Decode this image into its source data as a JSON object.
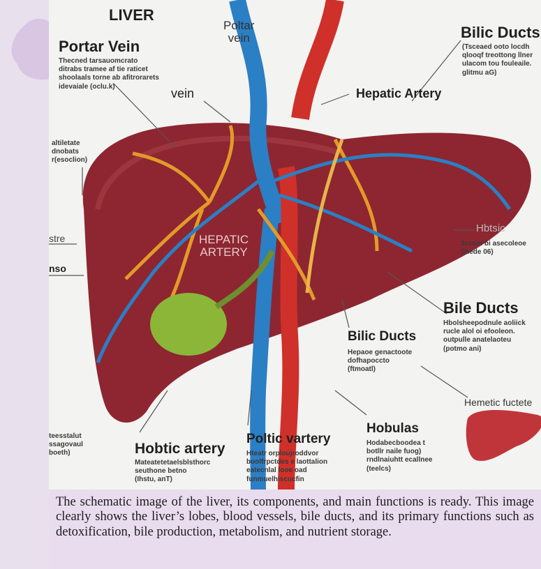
{
  "title": "LIVER",
  "labels": {
    "portar_vein_top": "Poltar\nvein",
    "portar_vein": "Portar Vein",
    "vein": "vein",
    "bilic_ducts_top": "Bilic Ducts",
    "hepatic_artery_right": "Hepatic Artery",
    "hepatic_artery_center": "HEPATIC\nARTERY",
    "hbtsic": "Hbtsic",
    "stre": "stre",
    "nso": "nso",
    "bile_ducts": "Bile Ducts",
    "bilic_ducts_mid": "Bilic Ducts",
    "hepatic_fuctet": "Hemetic fuctete",
    "hobtic_artery": "Hobtic artery",
    "poltic_vartery": "Poltic vartery",
    "hobulas": "Hobulas"
  },
  "blurbs": {
    "portar_vein": "Thecned tarsauomcrato\nditrabs tramee af tie raticet\nshoolaals torne ab afitrorarets\nidevaiale (oclu.k)",
    "bilic_ducts_top": "(Tsceaed ooto locdh\nqlooqf treottong llner\nulacom tou fouleaile.\nglitmu aG)",
    "left_mid": "altiletate\ndnobats\nr(esoclion)",
    "hbtsic": "3ccam bi asecoleoe\n(Ihede 06)",
    "bile_ducts": "Hbolsheepodnule aoliick\nrucle alol oi efooleon.\noutpulle anatelaoteu\n(potmo ani)",
    "bilic_ducts_mid": "Hepaoe genactoote\ndofhapoccto\n(ftmoatl)",
    "hobtic_artery": "Mateatetetaelsblsthorc\nseuthone betno\n(Ihstu, anT)",
    "poltic_vartery": "Hteatr orploujroddvor\nboolfrpctdes e laottalion\neatecnlal looe oad\nfunmuelhiscucfin",
    "hobulas": "Hodabecboodea t\nbotllr naile fuog)\nrndlnaiuhtt ecallnee\n(teelcs)",
    "bottom_left": "teesstalut\nssagovaul\nboeth)"
  },
  "caption": "The schematic image of the liver, its components, and main functions is ready. This image clearly shows the liver’s lobes, blood vessels, bile ducts, and its primary functions such as detoxification, bile production, metabolism, and nutrient storage.",
  "colors": {
    "liver": "#8d2630",
    "vein": "#2b7fc4",
    "artery": "#d0302a",
    "bile": "#e39a2a",
    "gallbladder": "#8bb638",
    "caption_bg": "#e9dcef"
  }
}
